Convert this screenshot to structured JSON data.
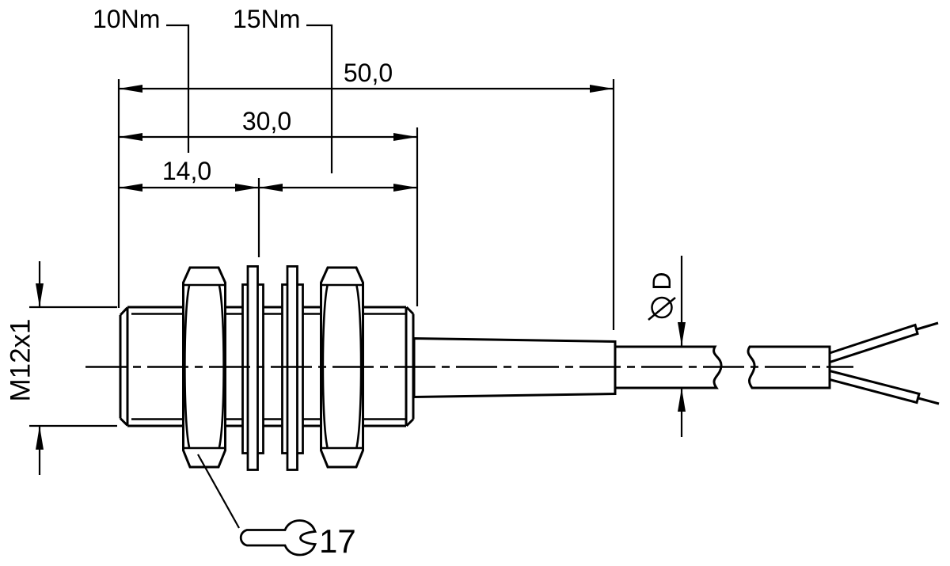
{
  "drawing": {
    "title": "Threaded cylindrical sensor with cable - dimensional side view",
    "background_color": "#ffffff",
    "line_color": "#000000"
  },
  "dimensions": {
    "overall_length": "50,0",
    "housing_length": "30,0",
    "thread_length": "14,0",
    "thread_spec": "M12x1",
    "cable_diameter": "D",
    "wrench_size": "17"
  },
  "torques": {
    "front_nut": "10Nm",
    "rear_nut": "15Nm"
  },
  "icons": {
    "wrench_icon": "open-end-wrench",
    "diameter_icon": "circle-with-slash"
  }
}
